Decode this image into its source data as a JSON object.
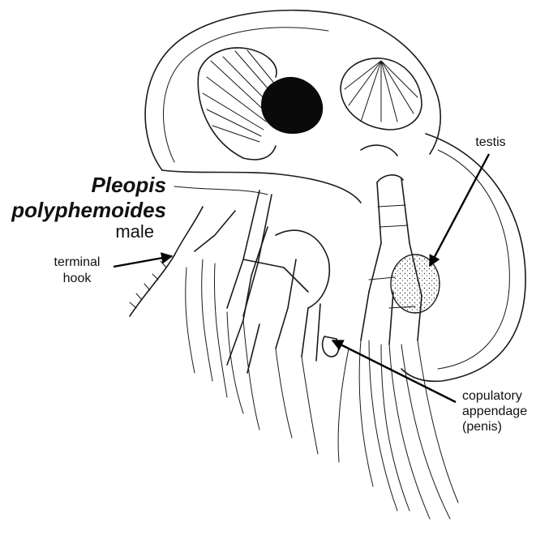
{
  "figure": {
    "title_line1": "Pleopis",
    "title_line2": "polyphemoides",
    "sex": "male",
    "labels": {
      "testis": "testis",
      "terminal_hook_line1": "terminal",
      "terminal_hook_line2": "hook",
      "copulatory_line1": "copulatory",
      "copulatory_line2": "appendage",
      "copulatory_line3": "(penis)"
    },
    "colors": {
      "ink": "#1a1a1a",
      "background": "#ffffff"
    }
  }
}
